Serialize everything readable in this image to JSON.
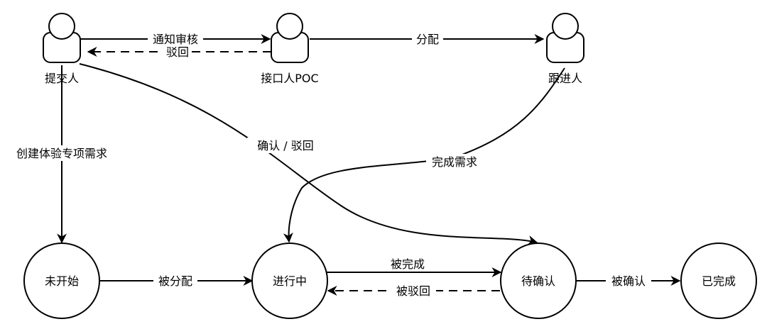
{
  "actors": {
    "submitter": "提交人",
    "poc": "接口人POC",
    "follower": "跟进人"
  },
  "states": {
    "not_started": "未开始",
    "in_progress": "进行中",
    "pending": "待确认",
    "done": "已完成"
  },
  "edges": {
    "notify_review": "通知审核",
    "reject_top": "驳回",
    "assign": "分配",
    "create_request": "创建体验专项需求",
    "confirm_reject": "确认 / 驳回",
    "complete_request": "完成需求",
    "assigned": "被分配",
    "completed": "被完成",
    "rejected": "被驳回",
    "confirmed": "被确认"
  }
}
